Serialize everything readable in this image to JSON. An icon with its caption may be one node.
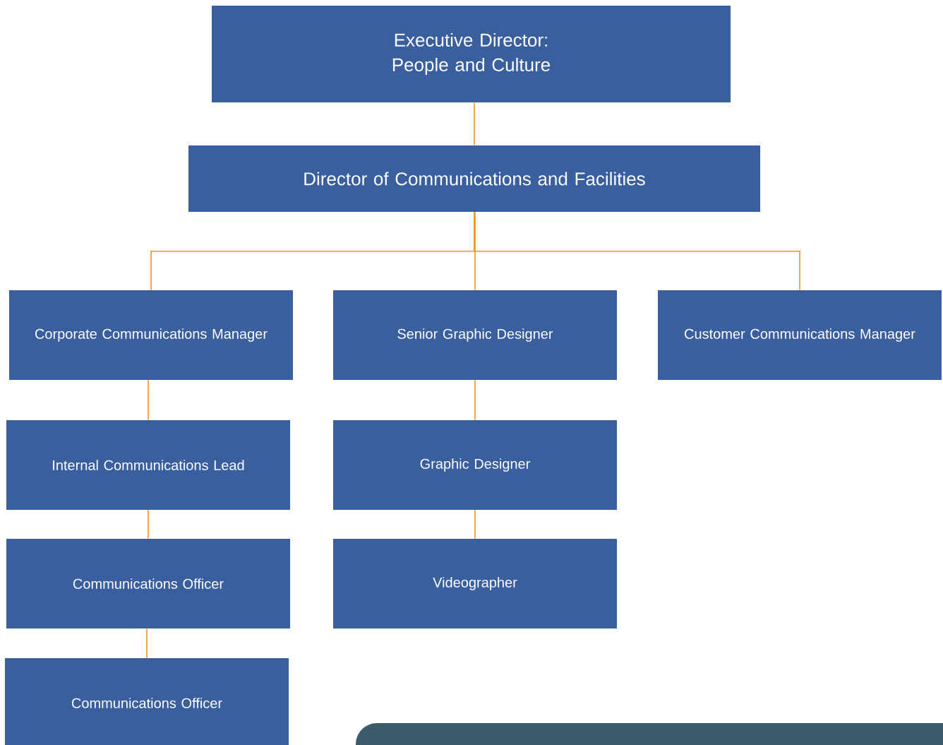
{
  "diagram": {
    "nodes": [
      {
        "text": [
          "Executive Director: People and Culture"
        ]
      },
      {
        "text": [
          "Director of Communications and Facilities"
        ]
      },
      {
        "text": [
          "Corporate Communications Manager"
        ]
      },
      {
        "text": [
          "Senior Graphic Designer"
        ]
      },
      {
        "text": [
          "Customer Communications Manager"
        ]
      },
      {
        "text": [
          "Internal Communications Lead"
        ]
      },
      {
        "text": [
          "Graphic Designer"
        ]
      },
      {
        "text": [
          "Communications Officer"
        ]
      },
      {
        "text": [
          "Videographer"
        ]
      },
      {
        "text": [
          "Communications Officer"
        ]
      }
    ],
    "edges": [
      {
        "from": 0,
        "to": 1,
        "arrow": "none"
      },
      {
        "from": 1,
        "to": 2,
        "arrow": "none"
      },
      {
        "from": 1,
        "to": 3,
        "arrow": "none"
      },
      {
        "from": 1,
        "to": 4,
        "arrow": "none"
      },
      {
        "from": 2,
        "to": 5,
        "arrow": "none"
      },
      {
        "from": 5,
        "to": 7,
        "arrow": "none"
      },
      {
        "from": 7,
        "to": 9,
        "arrow": "none"
      },
      {
        "from": 3,
        "to": 6,
        "arrow": "none"
      },
      {
        "from": 6,
        "to": 8,
        "arrow": "none"
      }
    ]
  }
}
